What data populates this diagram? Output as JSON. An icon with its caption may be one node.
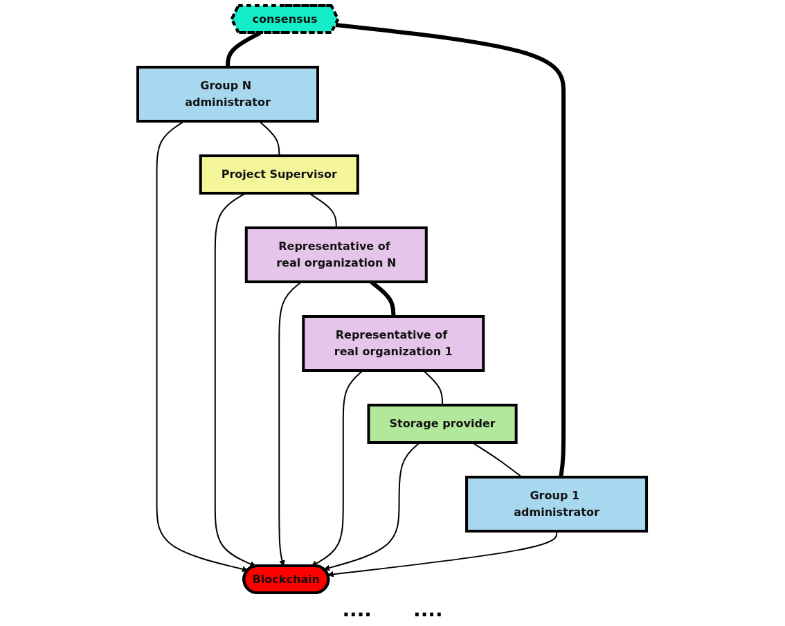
{
  "diagram": {
    "nodes": [
      {
        "text": [
          "consensus"
        ]
      },
      {
        "text": [
          "Group 1 administrator"
        ]
      },
      {
        "text": [
          "Group N administrator"
        ]
      },
      {
        "text": [
          "Storage provider"
        ]
      },
      {
        "text": [
          "Blockchain"
        ]
      },
      {
        "text": [
          "Project Supervisor"
        ]
      },
      {
        "text": [
          "Representative of real organization 1"
        ]
      },
      {
        "text": [
          "Representative of real organization N"
        ]
      }
    ],
    "edges": [
      {
        "from": 1,
        "to": 4,
        "arrow": "to"
      },
      {
        "from": 2,
        "to": 4,
        "arrow": "to"
      },
      {
        "from": 3,
        "to": 4,
        "arrow": "to"
      },
      {
        "from": 5,
        "to": 4,
        "arrow": "to"
      },
      {
        "from": 6,
        "to": 4,
        "arrow": "to"
      },
      {
        "from": 7,
        "to": 4,
        "arrow": "to"
      },
      {
        "from": 0,
        "to": 2,
        "arrow": "none",
        "style": "thick"
      },
      {
        "from": 2,
        "to": 5,
        "arrow": "none"
      },
      {
        "from": 5,
        "to": 7,
        "arrow": "none"
      },
      {
        "from": 7,
        "to": 6,
        "arrow": "none",
        "style": "thick"
      },
      {
        "from": 6,
        "to": 3,
        "arrow": "none"
      },
      {
        "from": 3,
        "to": 1,
        "arrow": "none"
      },
      {
        "from": 1,
        "to": 0,
        "arrow": "none",
        "style": "thick"
      }
    ],
    "labels": [
      "....",
      "...."
    ]
  }
}
